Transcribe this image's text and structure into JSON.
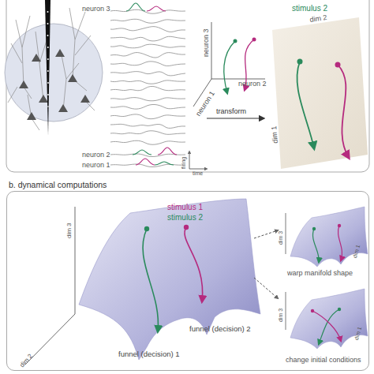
{
  "diagram": {
    "nodes": [
      {
        "text": [
          "b. dynamical computations"
        ]
      }
    ],
    "labels": [
      "neuron 3",
      "stimulus 2",
      "neuron 3",
      "neuron 1",
      "neuron 2",
      "transform",
      "dim 2",
      "dim 1",
      "neuron 2",
      "neuron 1",
      "firing",
      "time",
      "stimulus 1",
      "stimulus 2",
      "dim 3",
      "dim 1",
      "warp manifold shape",
      "dim 3",
      "dim 1",
      "change initial conditions",
      "dim 3",
      "dim 2",
      "funnel (decision) 2",
      "funnel (decision) 1"
    ]
  }
}
